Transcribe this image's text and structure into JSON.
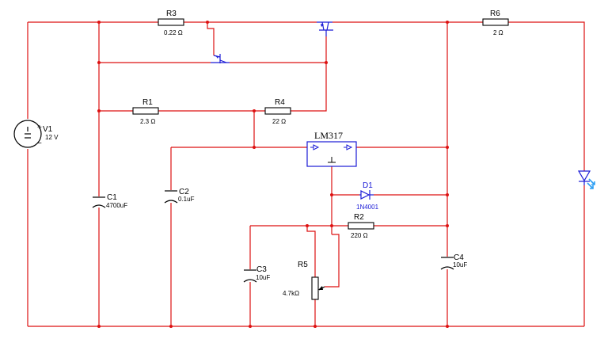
{
  "components": {
    "v1": {
      "ref": "V1",
      "value": "12 V",
      "plus": "+",
      "minus": "−"
    },
    "r3": {
      "ref": "R3",
      "value": "0.22 Ω"
    },
    "r6": {
      "ref": "R6",
      "value": "2 Ω"
    },
    "r1": {
      "ref": "R1",
      "value": "2.3 Ω"
    },
    "r4": {
      "ref": "R4",
      "value": "22 Ω"
    },
    "ic": {
      "ref": "LM317"
    },
    "c1": {
      "ref": "C1",
      "value": "4700uF"
    },
    "c2": {
      "ref": "C2",
      "value": "0.1uF"
    },
    "d1": {
      "ref": "D1",
      "value": "1N4001"
    },
    "r2": {
      "ref": "R2",
      "value": "220 Ω"
    },
    "c3": {
      "ref": "C3",
      "value": "10uF"
    },
    "r5": {
      "ref": "R5",
      "value": "4.7kΩ"
    },
    "c4": {
      "ref": "C4",
      "value": "10uF"
    }
  },
  "colors": {
    "wire": "#dd1111",
    "semiconductor": "#1a1ad6",
    "led": "#2a9df4"
  }
}
